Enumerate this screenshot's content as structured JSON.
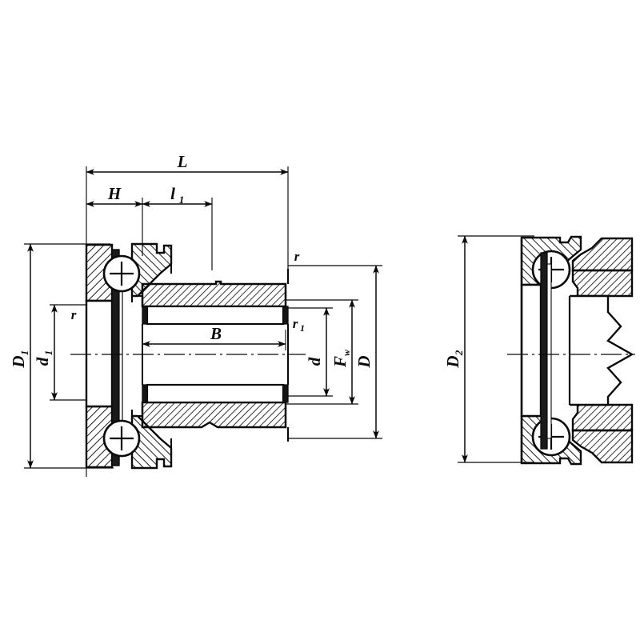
{
  "drawing": {
    "title": "Bearing cross-section technical drawing",
    "background_color": "#ffffff",
    "line_color": "#0a0a0a",
    "hatch_color": "#111111",
    "views": [
      {
        "name": "left-view",
        "description": "Combined needle roller / thrust ball bearing sectional view with flange"
      },
      {
        "name": "right-view",
        "description": "Angular contact bearing sectional view with stepped outer profile"
      }
    ]
  },
  "dimensions": {
    "L": {
      "label": "L",
      "view": "left-view",
      "orientation": "horizontal",
      "position": "top"
    },
    "H": {
      "label": "H",
      "view": "left-view",
      "orientation": "horizontal",
      "position": "top"
    },
    "l1": {
      "label": "l",
      "subscript": "1",
      "view": "left-view",
      "orientation": "horizontal",
      "position": "top"
    },
    "B": {
      "label": "B",
      "view": "left-view",
      "orientation": "horizontal",
      "position": "middle"
    },
    "D1": {
      "label": "D",
      "subscript": "1",
      "view": "left-view",
      "orientation": "vertical",
      "position": "far-left"
    },
    "d1": {
      "label": "d",
      "subscript": "1",
      "view": "left-view",
      "orientation": "vertical",
      "position": "left"
    },
    "d": {
      "label": "d",
      "view": "left-view",
      "orientation": "vertical",
      "position": "right"
    },
    "Fw": {
      "label": "F",
      "subscript": "w",
      "view": "left-view",
      "orientation": "vertical",
      "position": "right"
    },
    "D": {
      "label": "D",
      "view": "left-view",
      "orientation": "vertical",
      "position": "far-right"
    },
    "r_left": {
      "label": "r",
      "view": "left-view",
      "type": "radius-callout",
      "position": "inner-left"
    },
    "r_right": {
      "label": "r",
      "view": "left-view",
      "type": "radius-callout",
      "position": "outer-top-right"
    },
    "r1": {
      "label": "r",
      "subscript": "1",
      "view": "left-view",
      "type": "radius-callout",
      "position": "inner-right"
    },
    "D2": {
      "label": "D",
      "subscript": "2",
      "view": "right-view",
      "orientation": "vertical",
      "position": "left"
    }
  }
}
